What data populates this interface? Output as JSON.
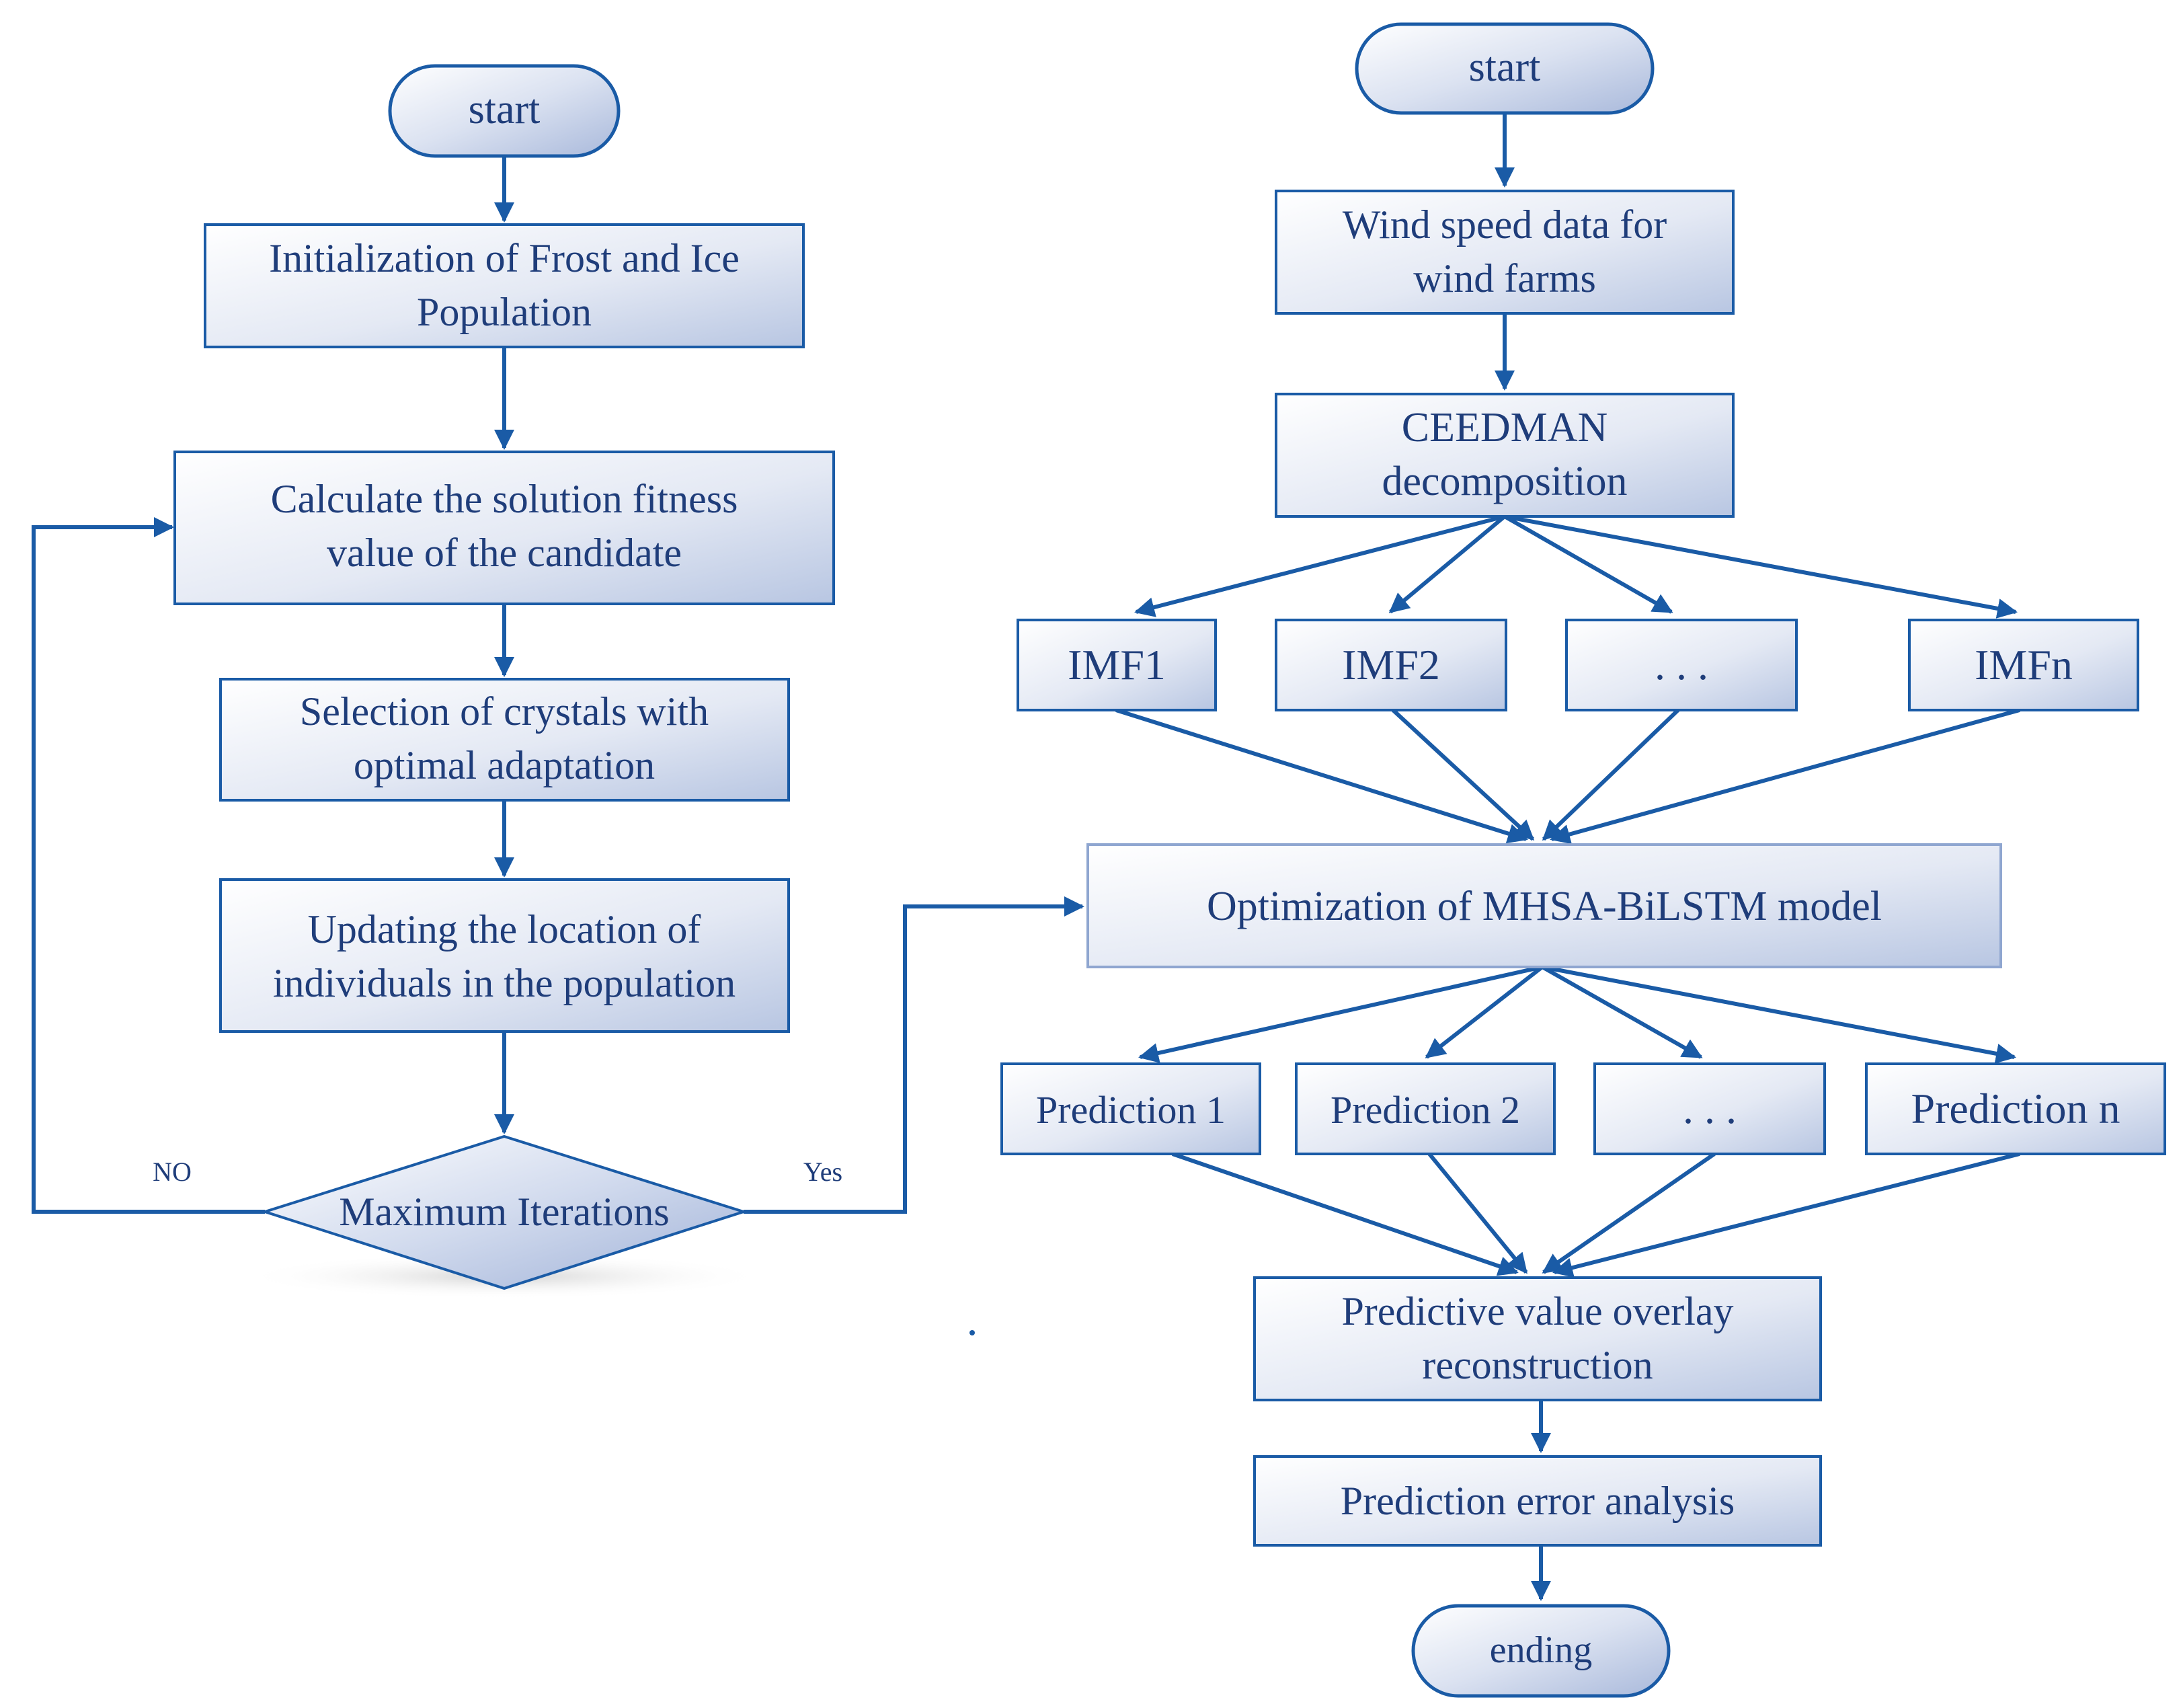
{
  "colors": {
    "stroke": "#1a5ba6",
    "text": "#1f3d7a",
    "fill_light": "#ffffff",
    "fill_dark": "#b8c6e2"
  },
  "left_flow": {
    "start": "start",
    "init_line1": "Initialization of Frost and Ice",
    "init_line2": "Population",
    "calc_line1": "Calculate the solution fitness",
    "calc_line2": "value of the candidate",
    "select_line1": "Selection of crystals with",
    "select_line2": "optimal adaptation",
    "update_line1": "Updating the location of",
    "update_line2": "individuals in the population",
    "decision": "Maximum Iterations",
    "no_label": "NO",
    "yes_label": "Yes"
  },
  "right_flow": {
    "start": "start",
    "wind_line1": "Wind speed data for",
    "wind_line2": "wind farms",
    "ceed_line1": "CEEDMAN",
    "ceed_line2": "decomposition",
    "imf1": "IMF1",
    "imf2": "IMF2",
    "imf_dots": ". . .",
    "imfn": "IMFn",
    "optimization": "Optimization of MHSA-BiLSTM model",
    "pred1": "Prediction 1",
    "pred2": "Prediction 2",
    "pred_dots": ". . .",
    "predn": "Prediction n",
    "overlay_line1": "Predictive value overlay",
    "overlay_line2": "reconstruction",
    "error": "Prediction error analysis",
    "end": "ending"
  }
}
